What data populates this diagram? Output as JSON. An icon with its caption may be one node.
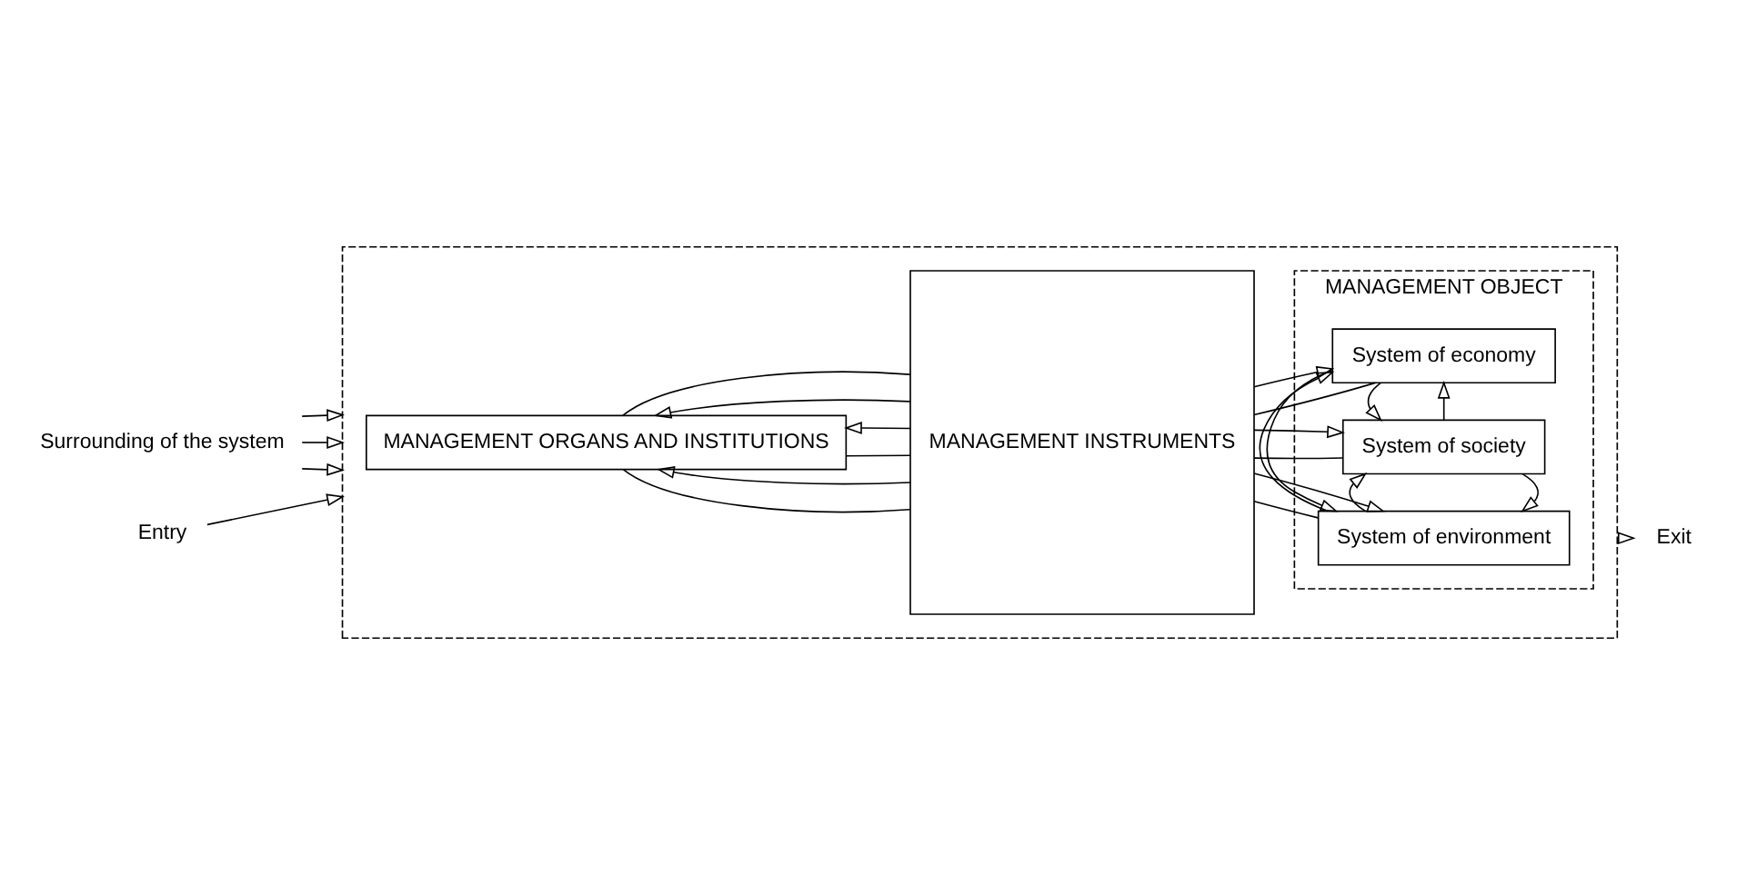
{
  "diagram": {
    "nodes": [
      {
        "text": [],
        "shape": "box"
      },
      {
        "text": [
          "Surrounding of the system"
        ]
      },
      {
        "text": [
          "Entry"
        ]
      },
      {
        "text": [
          "Exit"
        ]
      },
      {
        "text": [
          "MANAGEMENT ORGANS AND INSTITUTIONS"
        ],
        "in": 0
      },
      {
        "text": [
          "MANAGEMENT INSTRUMENTS"
        ],
        "in": 0
      },
      {
        "text": [
          "MANAGEMENT OBJECT"
        ],
        "in": 0
      },
      {
        "text": [
          "System of society"
        ],
        "in": 6
      },
      {
        "text": [
          "System of economy"
        ],
        "in": 6
      },
      {
        "text": [
          "System of environment"
        ],
        "in": 6
      }
    ],
    "edges": [
      {
        "from": 1,
        "to": 0,
        "arrow": "to"
      },
      {
        "from": 1,
        "to": 0,
        "arrow": "to"
      },
      {
        "from": 1,
        "to": 0,
        "arrow": "to"
      },
      {
        "from": 2,
        "to": 0,
        "arrow": "to"
      },
      {
        "from": 0,
        "to": 3,
        "arrow": "to"
      },
      {
        "from": 4,
        "to": 5,
        "arrow": "none"
      },
      {
        "from": 5,
        "to": 7,
        "arrow": "to"
      },
      {
        "from": 7,
        "to": 5,
        "arrow": "none"
      },
      {
        "from": 5,
        "to": 4,
        "arrow": "to"
      },
      {
        "from": 4,
        "to": 5,
        "arrow": "none"
      },
      {
        "from": 5,
        "to": 8,
        "arrow": "to"
      },
      {
        "from": 8,
        "to": 5,
        "arrow": "none"
      },
      {
        "from": 5,
        "to": 4,
        "arrow": "to"
      },
      {
        "from": 9,
        "to": 5,
        "arrow": "none"
      },
      {
        "from": 5,
        "to": 4,
        "arrow": "to"
      },
      {
        "from": 4,
        "to": 5,
        "arrow": "none"
      },
      {
        "from": 5,
        "to": 9,
        "arrow": "to"
      },
      {
        "from": 7,
        "to": 8,
        "arrow": "to"
      },
      {
        "from": 8,
        "to": 7,
        "arrow": "to"
      },
      {
        "from": 8,
        "to": 9,
        "arrow": "to"
      },
      {
        "from": 9,
        "to": 8,
        "arrow": "to"
      },
      {
        "from": 7,
        "to": 9,
        "arrow": "to"
      },
      {
        "from": 9,
        "to": 7,
        "arrow": "to"
      }
    ]
  }
}
